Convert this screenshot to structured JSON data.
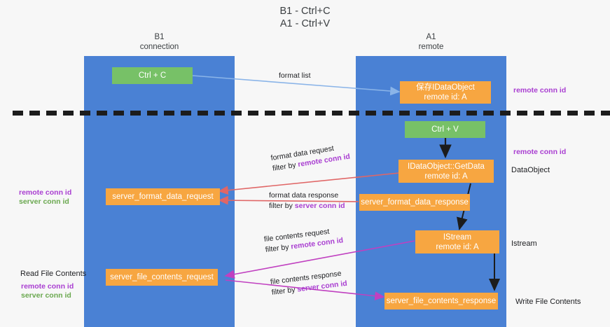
{
  "title": {
    "line1": "B1 - Ctrl+C",
    "line2": "A1 - Ctrl+V"
  },
  "lanes": [
    {
      "name": "b1",
      "line1": "B1",
      "line2": "connection",
      "color": "#4a81d4"
    },
    {
      "name": "a1",
      "line1": "A1",
      "line2": "remote",
      "color": "#4a81d4"
    }
  ],
  "nodes": {
    "ctrl_c": {
      "line1": "Ctrl + C",
      "line2": "",
      "color": "#77c167"
    },
    "save_idataobject": {
      "line1": "保存IDataObject",
      "line2": "remote id: A",
      "color": "#f7a641"
    },
    "ctrl_v": {
      "line1": "Ctrl + V",
      "line2": "",
      "color": "#77c167"
    },
    "getdata": {
      "line1": "IDataObject::GetData",
      "line2": "remote id: A",
      "color": "#f7a641"
    },
    "server_format_data_request": {
      "line1": "server_format_data_request",
      "line2": "",
      "color": "#f7a641"
    },
    "server_format_data_response": {
      "line1": "server_format_data_response",
      "line2": "",
      "color": "#f7a641"
    },
    "istream": {
      "line1": "IStream",
      "line2": "remote id: A",
      "color": "#f7a641"
    },
    "server_file_contents_request": {
      "line1": "server_file_contents_request",
      "line2": "",
      "color": "#f7a641"
    },
    "server_file_contents_response": {
      "line1": "server_file_contents_response",
      "line2": "",
      "color": "#f7a641"
    }
  },
  "edge_labels": {
    "format_list": {
      "text": "format list",
      "color": "#8ab4e8"
    },
    "format_data_request": {
      "line1": "format data request",
      "line2_prefix": "filter by ",
      "line2_key": "remote conn id",
      "color": "#e06666"
    },
    "format_data_response": {
      "line1": "format data response",
      "line2_prefix": "filter by ",
      "line2_key": "server conn id",
      "color": "#e06666"
    },
    "file_contents_request": {
      "line1": "file contents request",
      "line2_prefix": "filter by ",
      "line2_key": "remote conn id",
      "color": "#c040c0"
    },
    "file_contents_response": {
      "line1": "file contents response",
      "line2_prefix": "filter by ",
      "line2_key": "server conn id",
      "color": "#c040c0"
    }
  },
  "annotations": {
    "right_top_remote_conn_id": "remote conn id",
    "right_mid_remote_conn_id": "remote conn id",
    "right_dataobject": "DataObject",
    "right_istream": "Istream",
    "right_write_file_contents": "Write File Contents",
    "left_remote_conn_id_1": "remote conn id",
    "left_server_conn_id_1": "server conn id",
    "left_read_file_contents": "Read File Contents",
    "left_remote_conn_id_2": "remote conn id",
    "left_server_conn_id_2": "server conn id"
  },
  "colors": {
    "lane": "#4a81d4",
    "green_node": "#77c167",
    "orange_node": "#f7a641",
    "purple_text": "#a93ed1",
    "green_text": "#6aa84f",
    "red_arrow": "#e06666",
    "magenta_arrow": "#c040c0",
    "blue_arrow": "#8ab4e8",
    "black_arrow": "#1c1c1c",
    "background": "#f7f7f7"
  }
}
